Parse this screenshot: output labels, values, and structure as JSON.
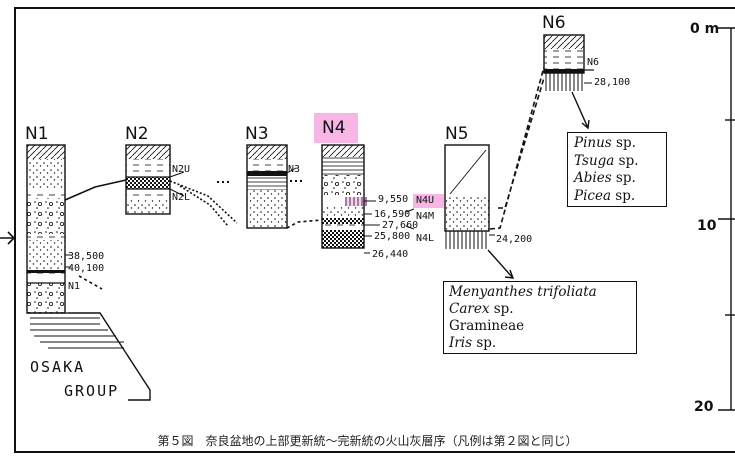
{
  "columns": [
    {
      "id": "n1",
      "label": "N1"
    },
    {
      "id": "n2",
      "label": "N2"
    },
    {
      "id": "n3",
      "label": "N3"
    },
    {
      "id": "n4",
      "label": "N4",
      "highlight": "#f7b6e6"
    },
    {
      "id": "n5",
      "label": "N5"
    },
    {
      "id": "n6",
      "label": "N6"
    }
  ],
  "tephra_labels": {
    "n1": "N1",
    "n2_upper": "N2U",
    "n2_lower": "N2L",
    "n3": "N3",
    "n4_upper": "N4U",
    "n4_middle": "N4M",
    "n4_lower": "N4L",
    "n6": "N6"
  },
  "dates": {
    "n1_a": "38,500",
    "n1_b": "40,100",
    "n4_a": "9,550",
    "n4_b": "16,590",
    "n4_c": "27,660",
    "n4_d": "25,800",
    "n4_e": "26,440",
    "n5": "24,200",
    "n6": "28,100"
  },
  "scale": {
    "top": "0 m",
    "mid": "10",
    "bottom": "20"
  },
  "group_label": {
    "line1": "OSAKA",
    "line2": "GROUP"
  },
  "species_upper": [
    {
      "name": "Pinus",
      "suffix": "sp."
    },
    {
      "name": "Tsuga",
      "suffix": "sp."
    },
    {
      "name": "Abies",
      "suffix": "sp."
    },
    {
      "name": "Picea",
      "suffix": "sp."
    }
  ],
  "species_lower": [
    {
      "name": "Menyanthes trifoliata",
      "suffix": ""
    },
    {
      "name": "Carex",
      "suffix": "sp."
    },
    {
      "name": "Gramineae",
      "suffix": "",
      "upright": true
    },
    {
      "name": "Iris",
      "suffix": "sp."
    }
  ],
  "caption": "第５図　奈良盆地の上部更新統～完新統の火山灰層序（凡例は第２図と同じ）",
  "highlight_color": "#f7b6e6"
}
